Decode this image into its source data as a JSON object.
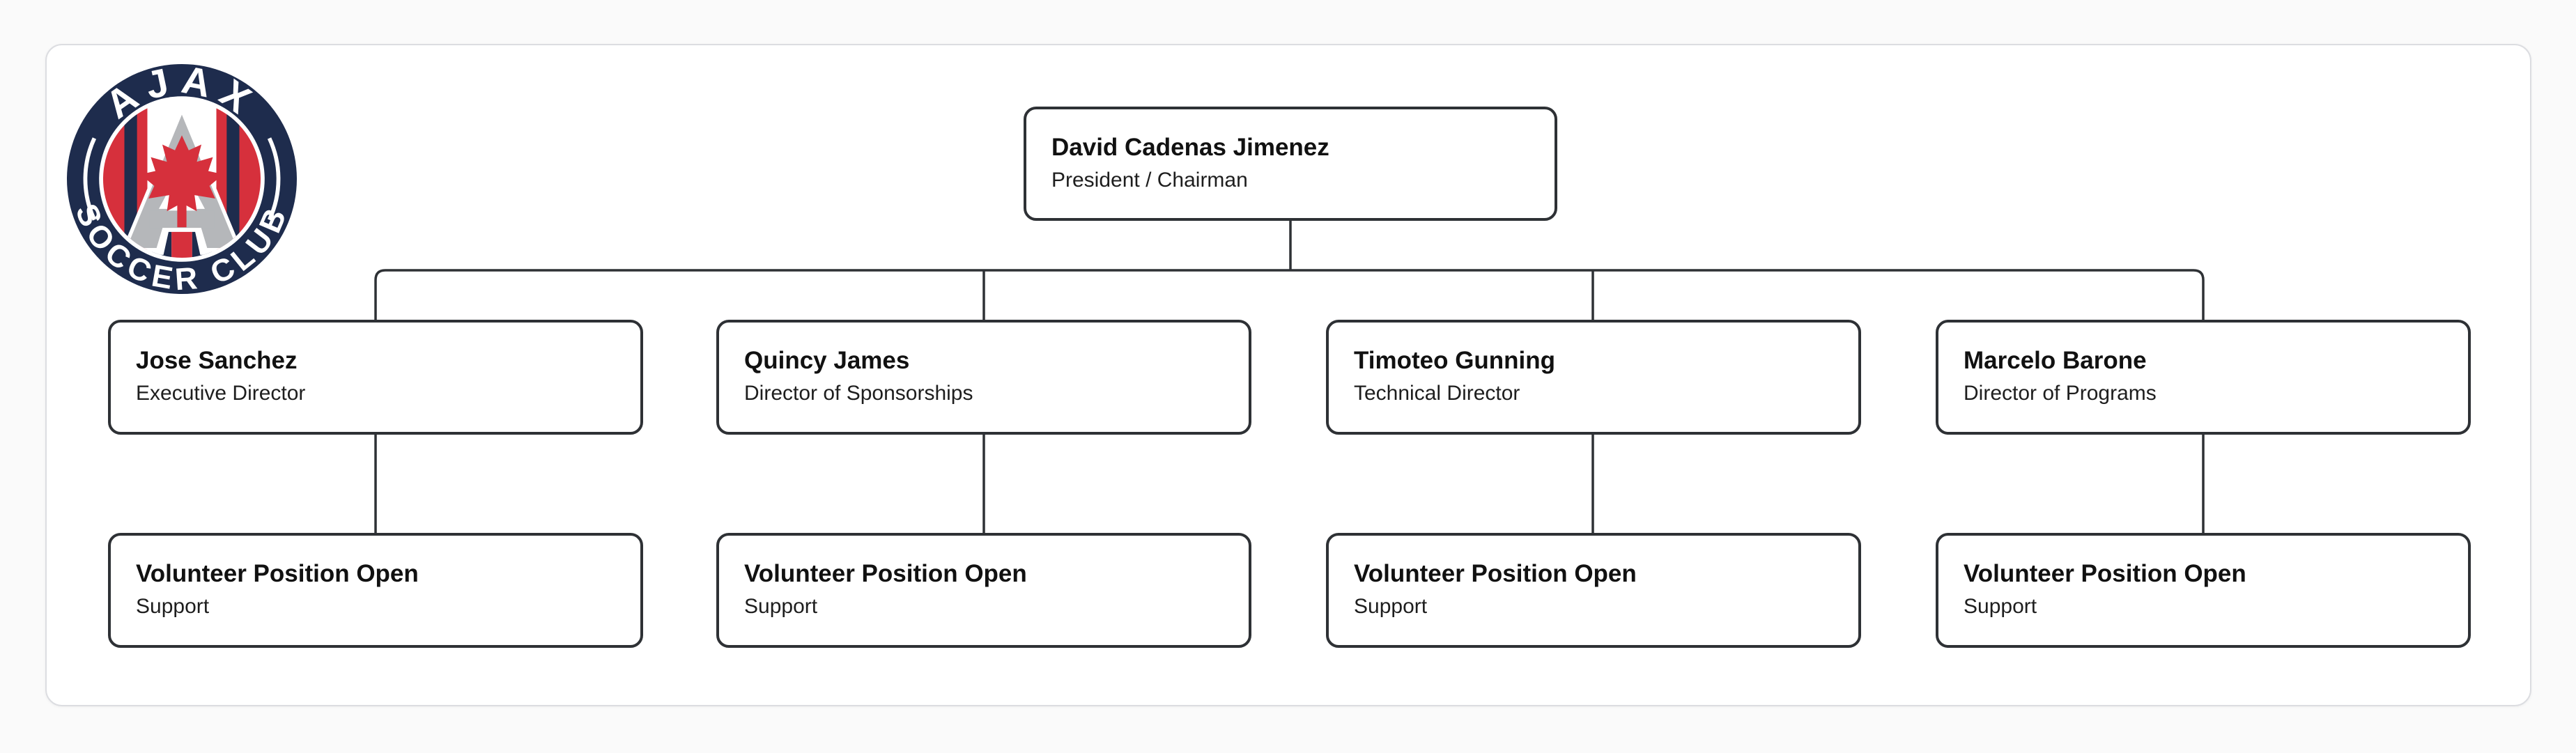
{
  "page": {
    "background": "#fafafa"
  },
  "logo": {
    "club_name": "Ajax Soccer Club",
    "text_top": "AJAX",
    "text_bottom": "SOCCER CLUB",
    "colors": {
      "navy": "#1e2c4d",
      "red": "#d6303c",
      "gray": "#b5b7ba",
      "white": "#ffffff"
    }
  },
  "styles": {
    "node_border": "#2e3135",
    "connector": "#2e3135",
    "name_color": "#111111",
    "title_color": "#1e1e1e"
  },
  "org_chart": {
    "root": {
      "name": "David Cadenas Jimenez",
      "title": "President / Chairman"
    },
    "directors": [
      {
        "name": "Jose Sanchez",
        "title": "Executive Director"
      },
      {
        "name": "Quincy James",
        "title": "Director of Sponsorships"
      },
      {
        "name": "Timoteo Gunning",
        "title": "Technical Director"
      },
      {
        "name": "Marcelo Barone",
        "title": "Director of Programs"
      }
    ],
    "volunteers": [
      {
        "name": "Volunteer Position Open",
        "title": "Support"
      },
      {
        "name": "Volunteer Position Open",
        "title": "Support"
      },
      {
        "name": "Volunteer Position Open",
        "title": "Support"
      },
      {
        "name": "Volunteer Position Open",
        "title": "Support"
      }
    ]
  }
}
